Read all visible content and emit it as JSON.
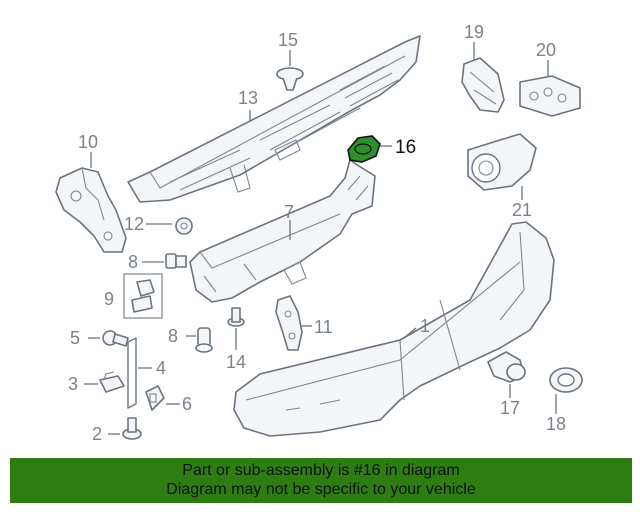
{
  "diagram": {
    "callouts": [
      {
        "id": "1",
        "label": "1"
      },
      {
        "id": "2",
        "label": "2"
      },
      {
        "id": "3",
        "label": "3"
      },
      {
        "id": "4",
        "label": "4"
      },
      {
        "id": "5",
        "label": "5"
      },
      {
        "id": "6",
        "label": "6"
      },
      {
        "id": "7",
        "label": "7"
      },
      {
        "id": "8a",
        "label": "8"
      },
      {
        "id": "8b",
        "label": "8"
      },
      {
        "id": "9",
        "label": "9"
      },
      {
        "id": "10",
        "label": "10"
      },
      {
        "id": "11",
        "label": "11"
      },
      {
        "id": "12",
        "label": "12"
      },
      {
        "id": "13",
        "label": "13"
      },
      {
        "id": "14",
        "label": "14"
      },
      {
        "id": "15",
        "label": "15"
      },
      {
        "id": "16",
        "label": "16"
      },
      {
        "id": "17",
        "label": "17"
      },
      {
        "id": "18",
        "label": "18"
      },
      {
        "id": "19",
        "label": "19"
      },
      {
        "id": "20",
        "label": "20"
      },
      {
        "id": "21",
        "label": "21"
      }
    ],
    "highlighted_part": "16",
    "highlight_color": "#2f8f2f"
  },
  "banner": {
    "line1": "Part or sub-assembly is #16 in diagram",
    "line2": "Diagram may not be specific to your vehicle",
    "background": "#2e7d13"
  }
}
